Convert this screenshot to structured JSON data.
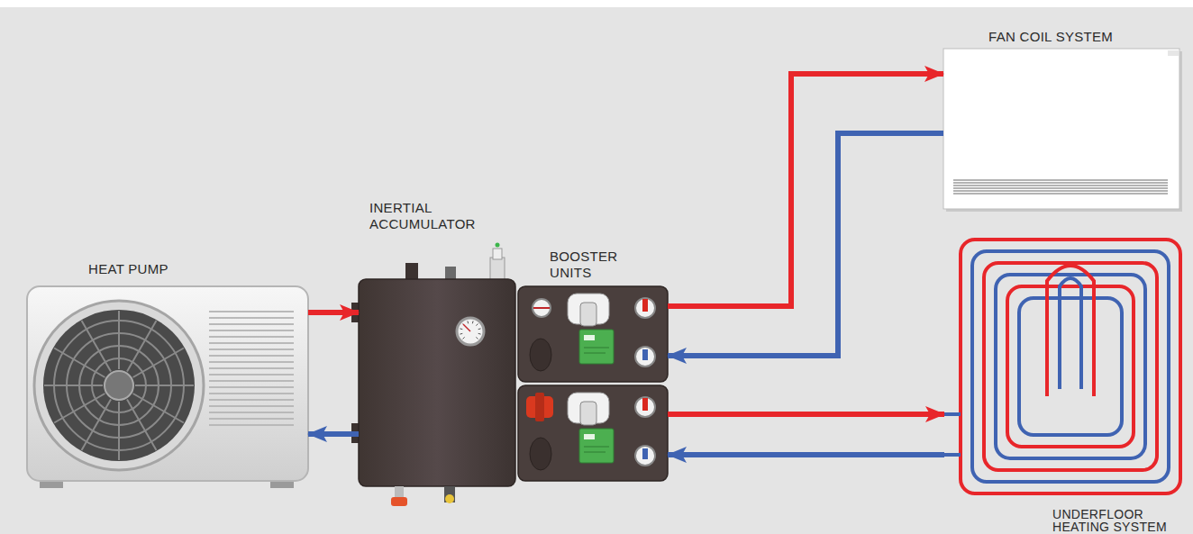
{
  "diagram": {
    "nodes": [
      {
        "text": [
          "HEAT PUMP"
        ]
      },
      {
        "text": [
          "INERTIAL ACCUMULATOR"
        ]
      },
      {
        "text": [
          "BOOSTER UNITS"
        ]
      },
      {
        "text": [
          "FAN COIL SYSTEM"
        ]
      },
      {
        "text": [
          "UNDERFLOOR HEATING SYSTEM"
        ]
      }
    ],
    "edges": [
      {
        "from": 0,
        "to": 1,
        "arrow": "to"
      },
      {
        "from": 1,
        "to": 0,
        "arrow": "to"
      },
      {
        "from": 2,
        "to": 3,
        "arrow": "to"
      },
      {
        "from": 3,
        "to": 2,
        "arrow": "to"
      },
      {
        "from": 2,
        "to": 4,
        "arrow": "to"
      },
      {
        "from": 4,
        "to": 2,
        "arrow": "to"
      }
    ]
  }
}
